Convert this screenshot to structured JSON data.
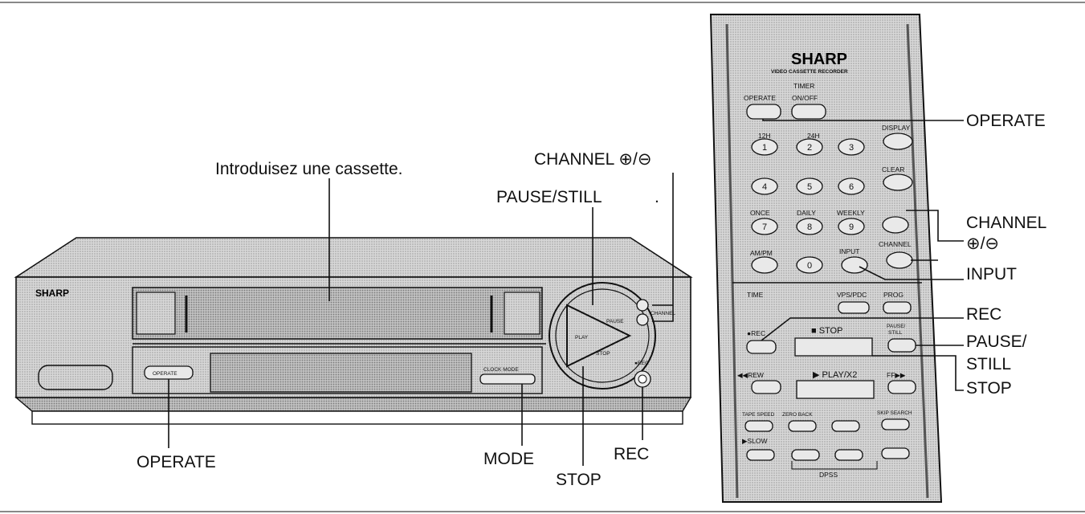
{
  "vcr": {
    "brand": "SHARP",
    "left_labels": {
      "cassette": "Introduisez une cassette.",
      "channel": "CHANNEL ⊕/⊖",
      "pause_still": "PAUSE/STILL",
      "dot": ".",
      "operate": "OPERATE",
      "mode": "MODE",
      "stop": "STOP",
      "rec": "REC"
    },
    "panel_text": {
      "operate_btn": "OPERATE",
      "clock_mode": "CLOCK MODE",
      "play": "PLAY",
      "pause": "PAUSE",
      "stop": "STOP",
      "rec": "●REC",
      "channel": "CHANNEL"
    }
  },
  "remote": {
    "brand": "SHARP",
    "subtitle": "VIDEO CASSETTE RECORDER",
    "buttons": {
      "operate": "OPERATE",
      "timer": "TIMER",
      "timer2": "ON/OFF",
      "h12": "12H",
      "h24": "24H",
      "display": "DISPLAY",
      "clear": "CLEAR",
      "n1": "1",
      "n2": "2",
      "n3": "3",
      "n4": "4",
      "n5": "5",
      "n6": "6",
      "n7": "7",
      "n8": "8",
      "n9": "9",
      "n0": "0",
      "once": "ONCE",
      "daily": "DAILY",
      "weekly": "WEEKLY",
      "ampm": "AM/PM",
      "input": "INPUT",
      "channel": "CHANNEL",
      "time": "TIME",
      "vps": "VPS/PDC",
      "prog": "PROG",
      "rec": "●REC",
      "stop": "■ STOP",
      "pause": "PAUSE/",
      "pause2": "STILL",
      "rew": "◀◀REW",
      "play": "▶ PLAY/X2",
      "ff": "FF▶▶",
      "tape_speed": "TAPE SPEED",
      "zero_back": "ZERO BACK",
      "skip_search": "SKIP SEARCH",
      "slow": "▶SLOW",
      "dpss": "DPSS"
    },
    "labels": {
      "operate": "OPERATE",
      "channel": "CHANNEL",
      "channel_sym": "⊕/⊖",
      "input": "INPUT",
      "rec": "REC",
      "pause": "PAUSE/",
      "still": "STILL",
      "stop": "STOP"
    }
  }
}
